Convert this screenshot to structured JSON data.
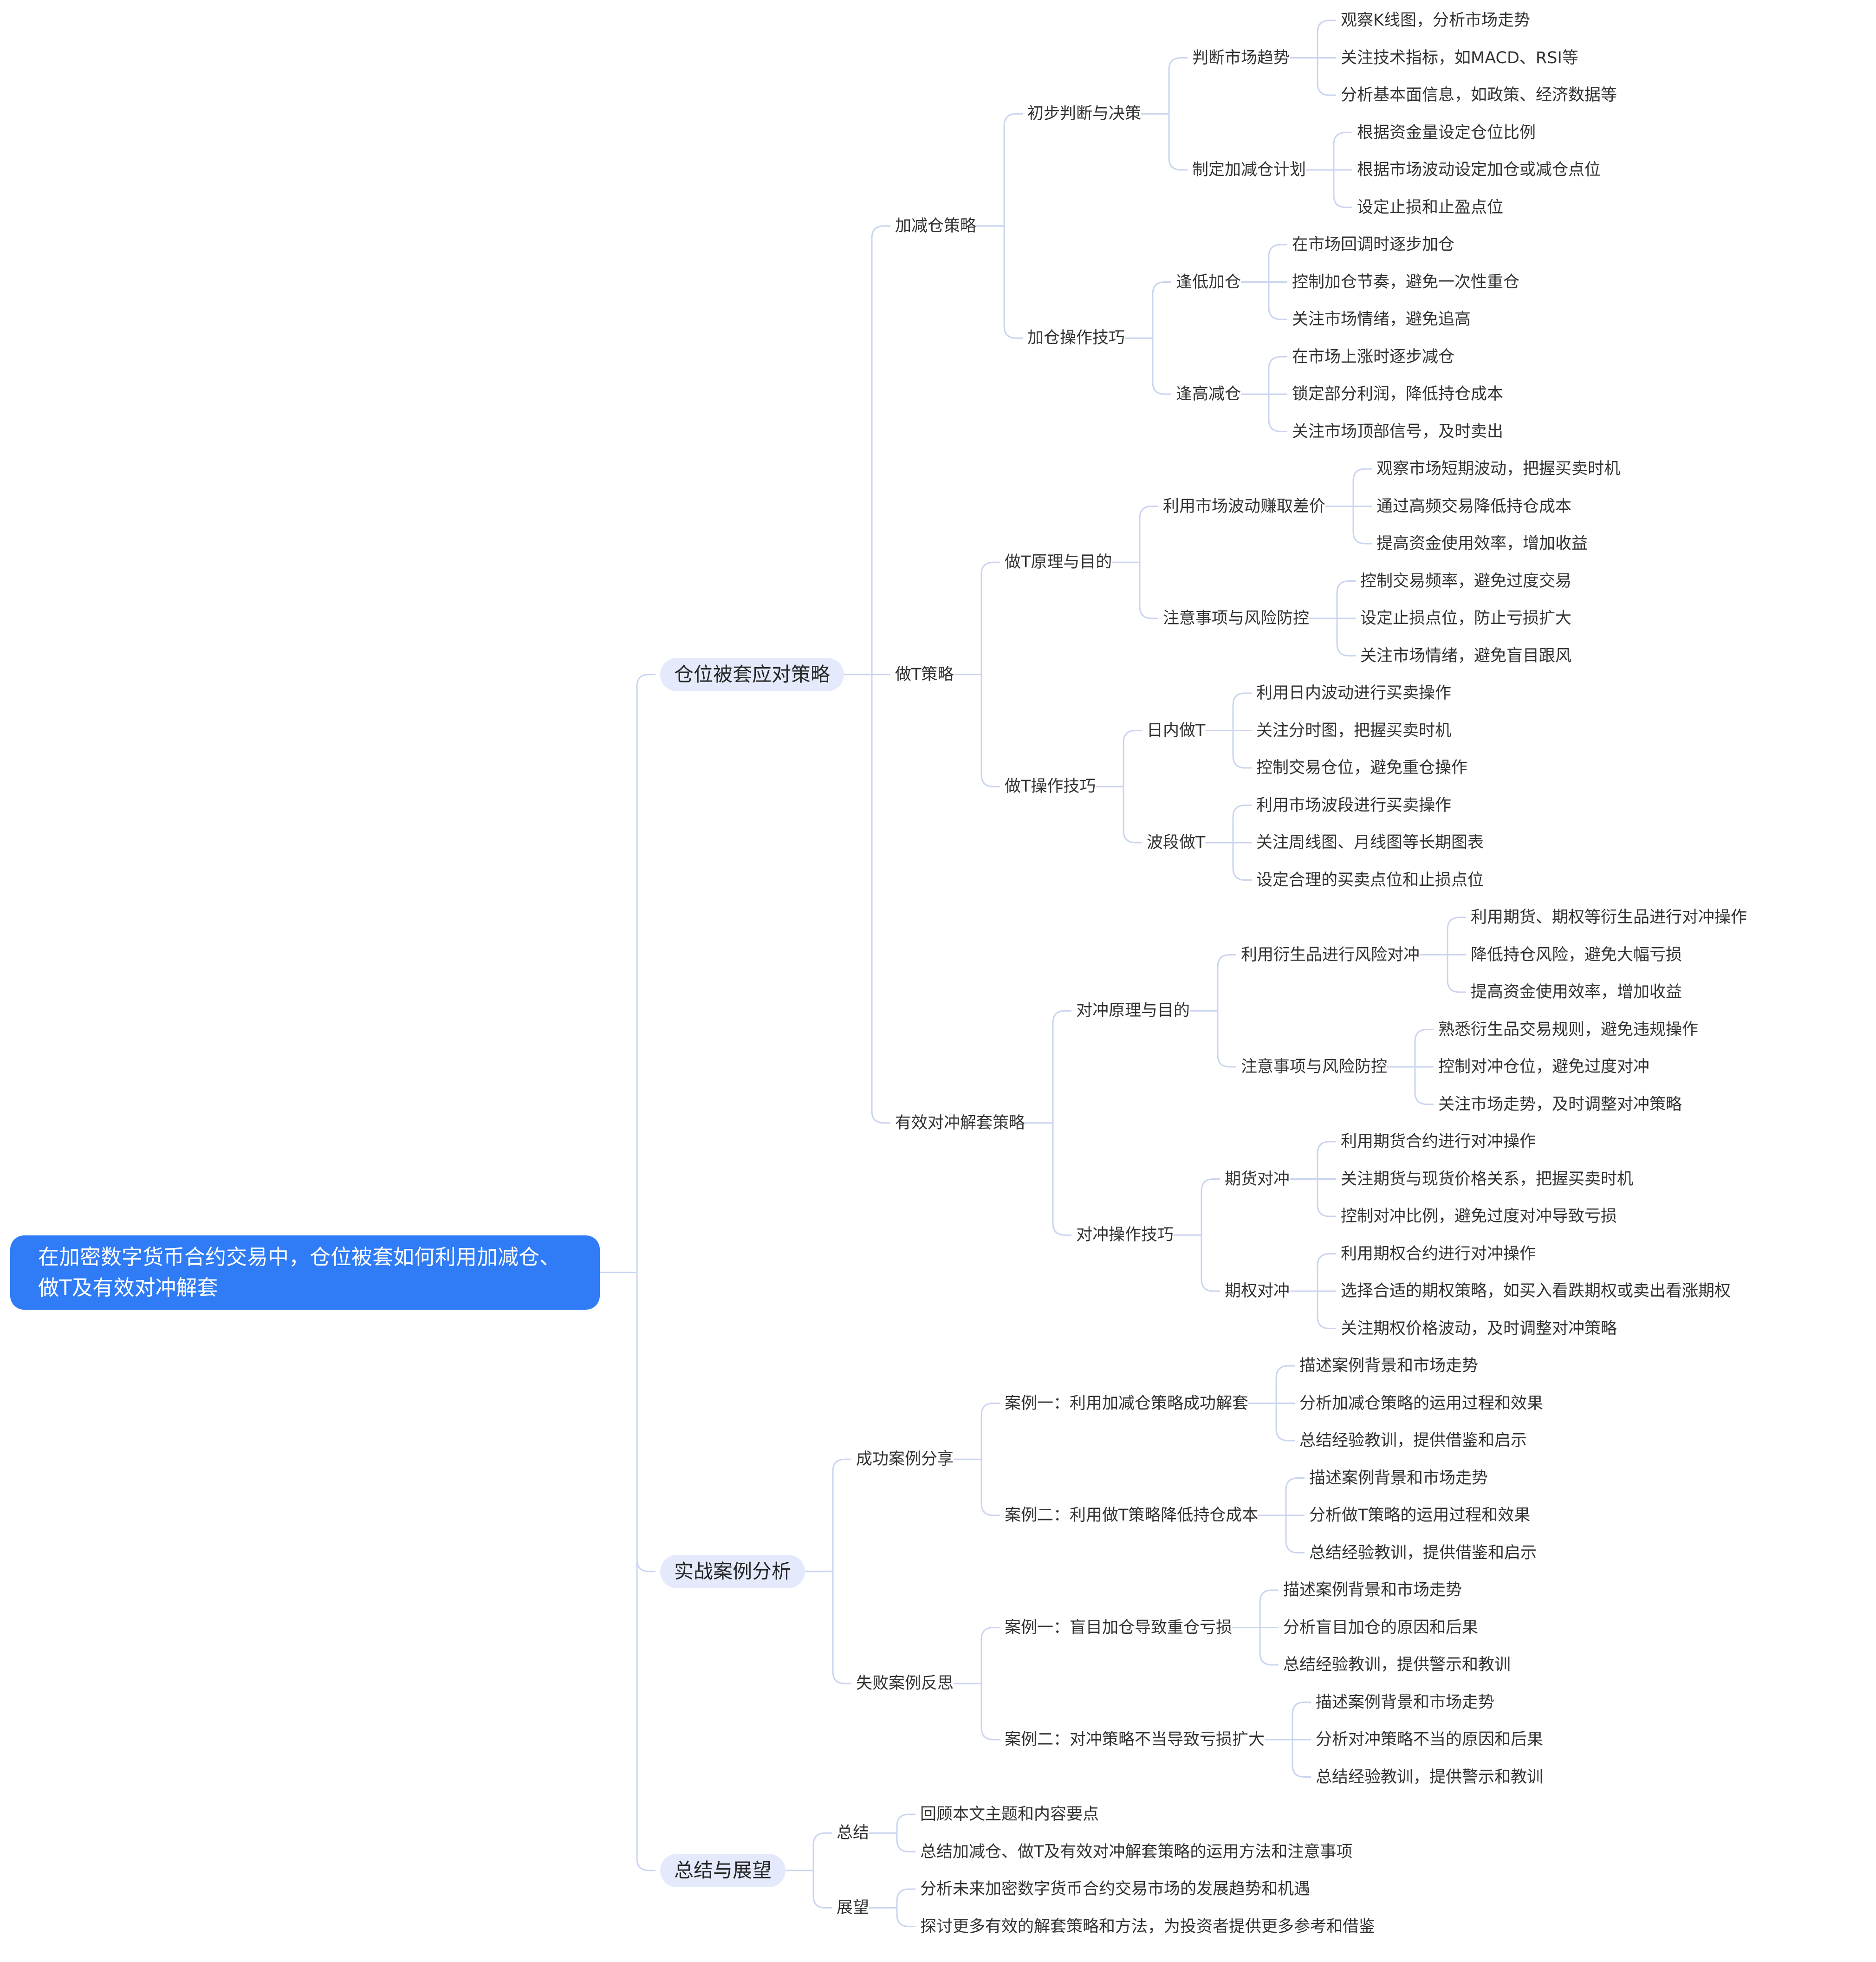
{
  "colors": {
    "root_bg": "#2f7cf6",
    "pill_bg": "#e4eafb",
    "line": "#c9d4f0",
    "text": "#333333"
  },
  "tree": {
    "label": "在加密数字货币合约交易中，仓位被套如何利用加减仓、做T及有效对冲解套",
    "children": [
      {
        "label": "仓位被套应对策略",
        "children": [
          {
            "label": "加减仓策略",
            "children": [
              {
                "label": "初步判断与决策",
                "children": [
                  {
                    "label": "判断市场趋势",
                    "children": [
                      {
                        "label": "观察K线图，分析市场走势"
                      },
                      {
                        "label": "关注技术指标，如MACD、RSI等"
                      },
                      {
                        "label": "分析基本面信息，如政策、经济数据等"
                      }
                    ]
                  },
                  {
                    "label": "制定加减仓计划",
                    "children": [
                      {
                        "label": "根据资金量设定仓位比例"
                      },
                      {
                        "label": "根据市场波动设定加仓或减仓点位"
                      },
                      {
                        "label": "设定止损和止盈点位"
                      }
                    ]
                  }
                ]
              },
              {
                "label": "加仓操作技巧",
                "children": [
                  {
                    "label": "逢低加仓",
                    "children": [
                      {
                        "label": "在市场回调时逐步加仓"
                      },
                      {
                        "label": "控制加仓节奏，避免一次性重仓"
                      },
                      {
                        "label": "关注市场情绪，避免追高"
                      }
                    ]
                  },
                  {
                    "label": "逢高减仓",
                    "children": [
                      {
                        "label": "在市场上涨时逐步减仓"
                      },
                      {
                        "label": "锁定部分利润，降低持仓成本"
                      },
                      {
                        "label": "关注市场顶部信号，及时卖出"
                      }
                    ]
                  }
                ]
              }
            ]
          },
          {
            "label": "做T策略",
            "children": [
              {
                "label": "做T原理与目的",
                "children": [
                  {
                    "label": "利用市场波动赚取差价",
                    "children": [
                      {
                        "label": "观察市场短期波动，把握买卖时机"
                      },
                      {
                        "label": "通过高频交易降低持仓成本"
                      },
                      {
                        "label": "提高资金使用效率，增加收益"
                      }
                    ]
                  },
                  {
                    "label": "注意事项与风险防控",
                    "children": [
                      {
                        "label": "控制交易频率，避免过度交易"
                      },
                      {
                        "label": "设定止损点位，防止亏损扩大"
                      },
                      {
                        "label": "关注市场情绪，避免盲目跟风"
                      }
                    ]
                  }
                ]
              },
              {
                "label": "做T操作技巧",
                "children": [
                  {
                    "label": "日内做T",
                    "children": [
                      {
                        "label": "利用日内波动进行买卖操作"
                      },
                      {
                        "label": "关注分时图，把握买卖时机"
                      },
                      {
                        "label": "控制交易仓位，避免重仓操作"
                      }
                    ]
                  },
                  {
                    "label": "波段做T",
                    "children": [
                      {
                        "label": "利用市场波段进行买卖操作"
                      },
                      {
                        "label": "关注周线图、月线图等长期图表"
                      },
                      {
                        "label": "设定合理的买卖点位和止损点位"
                      }
                    ]
                  }
                ]
              }
            ]
          },
          {
            "label": "有效对冲解套策略",
            "children": [
              {
                "label": "对冲原理与目的",
                "children": [
                  {
                    "label": "利用衍生品进行风险对冲",
                    "children": [
                      {
                        "label": "利用期货、期权等衍生品进行对冲操作"
                      },
                      {
                        "label": "降低持仓风险，避免大幅亏损"
                      },
                      {
                        "label": "提高资金使用效率，增加收益"
                      }
                    ]
                  },
                  {
                    "label": "注意事项与风险防控",
                    "children": [
                      {
                        "label": "熟悉衍生品交易规则，避免违规操作"
                      },
                      {
                        "label": "控制对冲仓位，避免过度对冲"
                      },
                      {
                        "label": "关注市场走势，及时调整对冲策略"
                      }
                    ]
                  }
                ]
              },
              {
                "label": "对冲操作技巧",
                "children": [
                  {
                    "label": "期货对冲",
                    "children": [
                      {
                        "label": "利用期货合约进行对冲操作"
                      },
                      {
                        "label": "关注期货与现货价格关系，把握买卖时机"
                      },
                      {
                        "label": "控制对冲比例，避免过度对冲导致亏损"
                      }
                    ]
                  },
                  {
                    "label": "期权对冲",
                    "children": [
                      {
                        "label": "利用期权合约进行对冲操作"
                      },
                      {
                        "label": "选择合适的期权策略，如买入看跌期权或卖出看涨期权"
                      },
                      {
                        "label": "关注期权价格波动，及时调整对冲策略"
                      }
                    ]
                  }
                ]
              }
            ]
          }
        ]
      },
      {
        "label": "实战案例分析",
        "children": [
          {
            "label": "成功案例分享",
            "children": [
              {
                "label": "案例一：利用加减仓策略成功解套",
                "children": [
                  {
                    "label": "描述案例背景和市场走势"
                  },
                  {
                    "label": "分析加减仓策略的运用过程和效果"
                  },
                  {
                    "label": "总结经验教训，提供借鉴和启示"
                  }
                ]
              },
              {
                "label": "案例二：利用做T策略降低持仓成本",
                "children": [
                  {
                    "label": "描述案例背景和市场走势"
                  },
                  {
                    "label": "分析做T策略的运用过程和效果"
                  },
                  {
                    "label": "总结经验教训，提供借鉴和启示"
                  }
                ]
              }
            ]
          },
          {
            "label": "失败案例反思",
            "children": [
              {
                "label": "案例一：盲目加仓导致重仓亏损",
                "children": [
                  {
                    "label": "描述案例背景和市场走势"
                  },
                  {
                    "label": "分析盲目加仓的原因和后果"
                  },
                  {
                    "label": "总结经验教训，提供警示和教训"
                  }
                ]
              },
              {
                "label": "案例二：对冲策略不当导致亏损扩大",
                "children": [
                  {
                    "label": "描述案例背景和市场走势"
                  },
                  {
                    "label": "分析对冲策略不当的原因和后果"
                  },
                  {
                    "label": "总结经验教训，提供警示和教训"
                  }
                ]
              }
            ]
          }
        ]
      },
      {
        "label": "总结与展望",
        "children": [
          {
            "label": "总结",
            "children": [
              {
                "label": "回顾本文主题和内容要点"
              },
              {
                "label": "总结加减仓、做T及有效对冲解套策略的运用方法和注意事项"
              }
            ]
          },
          {
            "label": "展望",
            "children": [
              {
                "label": "分析未来加密数字货币合约交易市场的发展趋势和机遇"
              },
              {
                "label": "探讨更多有效的解套策略和方法，为投资者提供更多参考和借鉴"
              }
            ]
          }
        ]
      }
    ]
  }
}
